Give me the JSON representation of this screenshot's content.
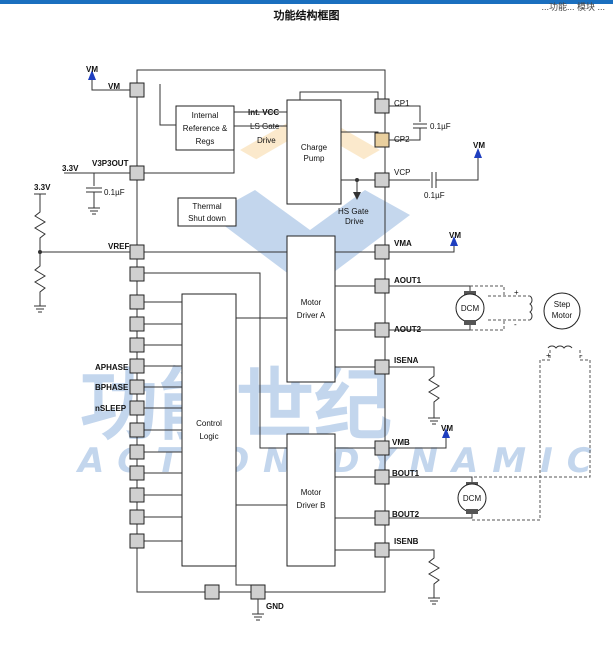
{
  "header": {
    "title": "功能结构框图",
    "right_text": "...功能... 模块 ..."
  },
  "blocks": {
    "int_ref_1": "Internal",
    "int_ref_2": "Reference &",
    "int_ref_3": "Regs",
    "int_vcc": "Int. VCC",
    "ls_gate_1": "LS Gate",
    "ls_gate_2": "Drive",
    "charge_pump_1": "Charge",
    "charge_pump_2": "Pump",
    "hs_gate_1": "HS Gate",
    "hs_gate_2": "Drive",
    "thermal_1": "Thermal",
    "thermal_2": "Shut down",
    "motor_a_1": "Motor",
    "motor_a_2": "Driver A",
    "motor_b_1": "Motor",
    "motor_b_2": "Driver B",
    "control_1": "Control",
    "control_2": "Logic"
  },
  "pins": {
    "vm_top": "VM",
    "vm_left": "VM",
    "v3p3out": "V3P3OUT",
    "v3p3": "3.3V",
    "v3p3_res": "3.3V",
    "vref": "VREF",
    "aphase": "APHASE",
    "bphase": "BPHASE",
    "nsleep": "nSLEEP",
    "gnd": "GND",
    "cp1": "CP1",
    "cp2": "CP2",
    "vcp": "VCP",
    "vma": "VMA",
    "aout1": "AOUT1",
    "aout2": "AOUT2",
    "isena": "ISENA",
    "vmb": "VMB",
    "bout1": "BOUT1",
    "bout2": "BOUT2",
    "isenb": "ISENB",
    "vm_vcp": "VM",
    "vm_vma": "VM",
    "vm_vmb": "VM"
  },
  "caps": {
    "cp_cap": "0.1µF",
    "vcp_cap": "0.1µF",
    "v3p3_cap": "0.1µF"
  },
  "motors": {
    "dcm_a": "DCM",
    "dcm_b": "DCM",
    "step_1": "Step",
    "step_2": "Motor",
    "plus_a": "+",
    "minus_a": "-",
    "plus_s": "+",
    "minus_s": "-"
  },
  "watermark": {
    "cn": "功能世纪",
    "en": "ACTION DYNAMIC"
  },
  "colors": {
    "accent": "#1a6fbf",
    "arrow": "#1f3fbf",
    "pin_fill": "#d0d0d0",
    "cp2_fill": "#e9cf9e"
  }
}
